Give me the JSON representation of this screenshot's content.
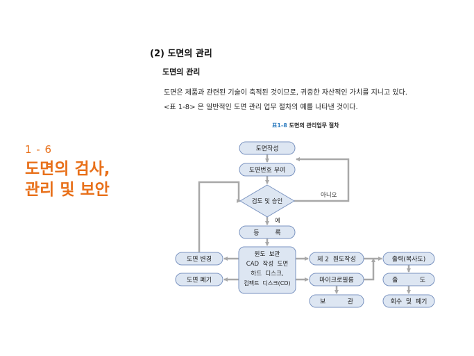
{
  "section": {
    "number": "1 - 6",
    "title_lines": [
      "도면의 검사,",
      "관리 및 보안"
    ]
  },
  "content": {
    "heading": "(2) 도면의 관리",
    "subheading": "도면의 관리",
    "paragraph_lines": [
      "도면은 제품과 관련된 기술이 축적된 것이므로, 귀중한 자산적인 가치를 지니고 있다.",
      "<표 1-8> 은 일반적인 도면 관리 업무 절차의 예를 나타낸 것이다."
    ]
  },
  "figure": {
    "caption_number": "표1-8",
    "caption_text": "도면의  관리업무  절차",
    "colors": {
      "box_fill": "#dde6f2",
      "box_stroke": "#7a93c0",
      "arrow": "#a8a8a8"
    },
    "nodes": {
      "start": "도면작성",
      "numbering": "도면번호 부여",
      "review": "검도 및 승인",
      "register": "등        록",
      "storage": [
        "원도  보관",
        "CAD  작성  도면",
        "하드  디스크,",
        "컴팩트  디스크(CD)"
      ],
      "change": "도면 변경",
      "discard_left": "도면 폐기",
      "second_original": "제 2  원도작성",
      "microfilm": "마이크로필름",
      "keep": "보           관",
      "print": "출력(복사도)",
      "dispatch": "출           도",
      "collect": "회수  및  폐기"
    },
    "edge_labels": {
      "no": "아니오",
      "yes": "예"
    }
  }
}
